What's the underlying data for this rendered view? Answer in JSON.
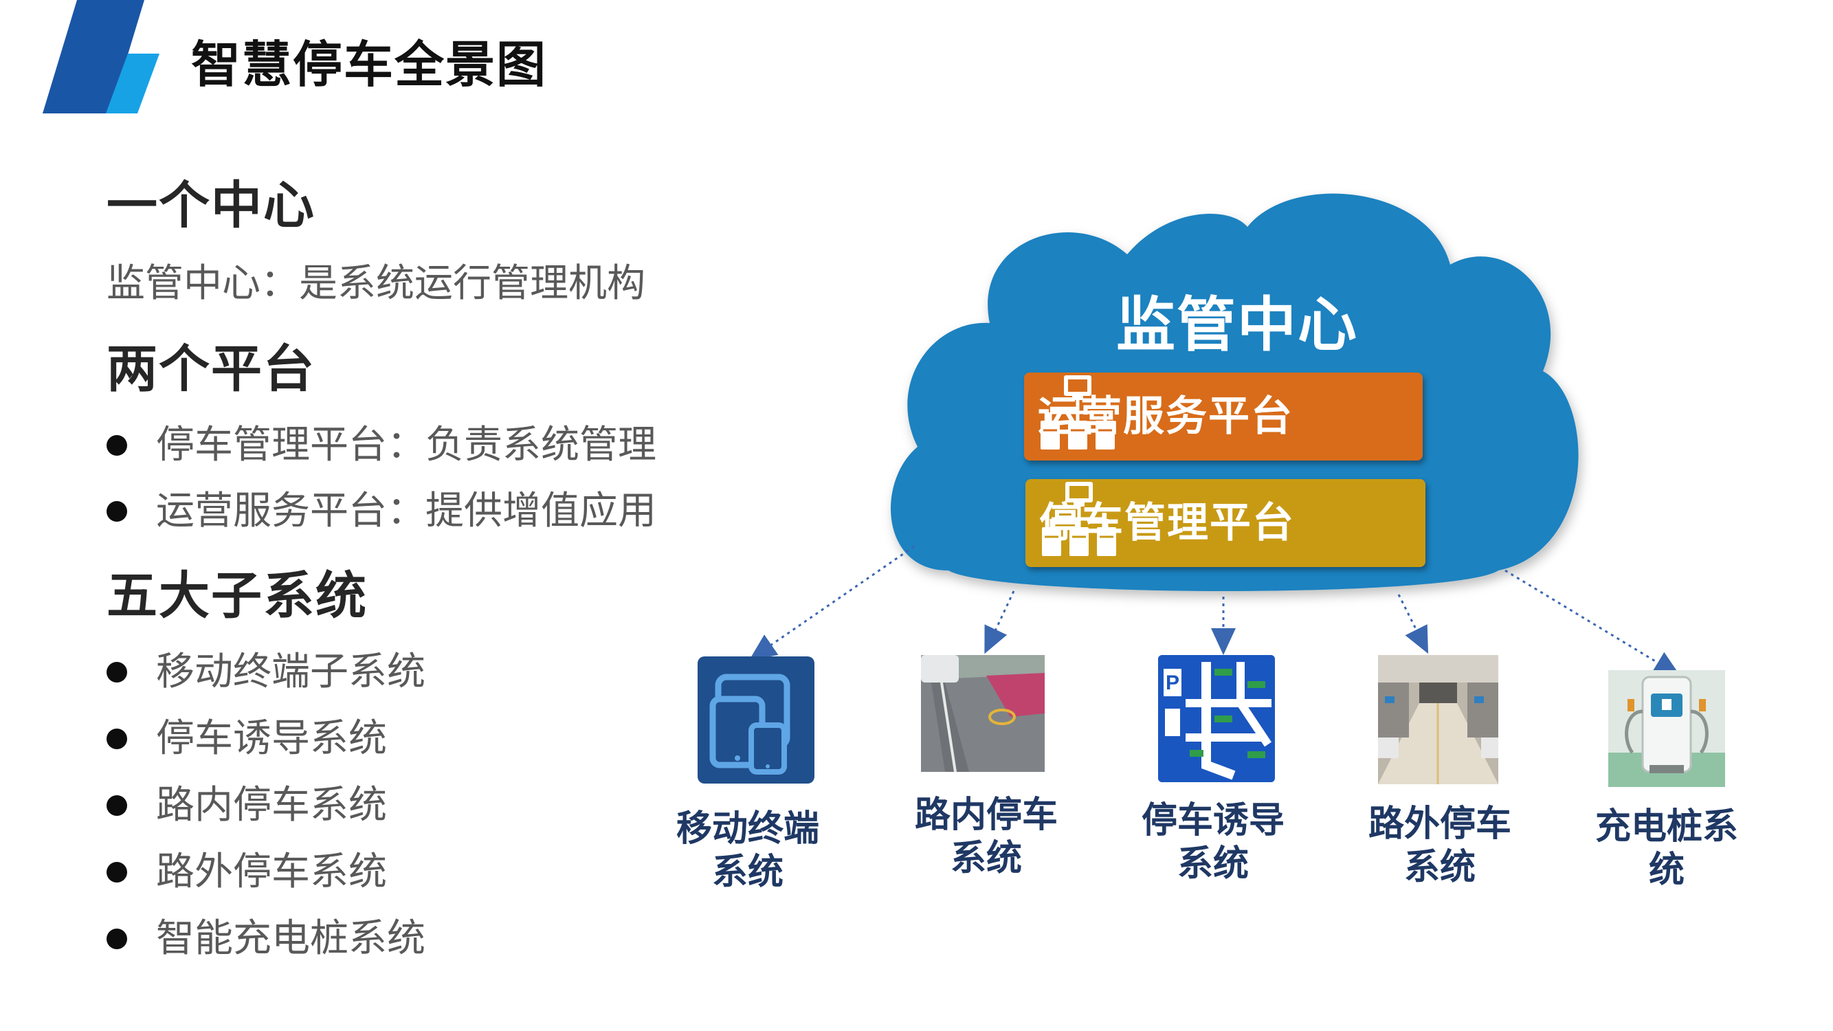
{
  "slide": {
    "title": "智慧停车全景图"
  },
  "left": {
    "center_heading": "一个中心",
    "center_desc": "监管中心：是系统运行管理机构",
    "platforms_heading": "两个平台",
    "platforms": [
      "停车管理平台：负责系统管理",
      "运营服务平台：提供增值应用"
    ],
    "subsystems_heading": "五大子系统",
    "subsystems": [
      "移动终端子系统",
      "停车诱导系统",
      "路内停车系统",
      "路外停车系统",
      "智能充电桩系统"
    ]
  },
  "diagram": {
    "cloud_title": "监管中心",
    "ops_platform": "运营服务平台",
    "mgmt_platform": "停车管理平台",
    "nodes": [
      {
        "line1": "移动终端",
        "line2": "系统",
        "icon": "tablet-phone-icon"
      },
      {
        "line1": "路内停车",
        "line2": "系统",
        "icon": "street-parking-photo"
      },
      {
        "line1": "停车诱导",
        "line2": "系统",
        "icon": "parking-guidance-sign-icon"
      },
      {
        "line1": "路外停车",
        "line2": "系统",
        "icon": "garage-parking-photo"
      },
      {
        "line1": "充电桩系",
        "line2": "统",
        "icon": "charging-pile-icon"
      }
    ]
  },
  "colors": {
    "stripe_dark": "#1a56a6",
    "stripe_light": "#17a2e6",
    "cloud": "#1e82c0",
    "ops_platform": "#d86c1a",
    "mgmt_platform": "#c89a14",
    "node_label": "#1f3864",
    "arrow": "#3a67b0"
  }
}
